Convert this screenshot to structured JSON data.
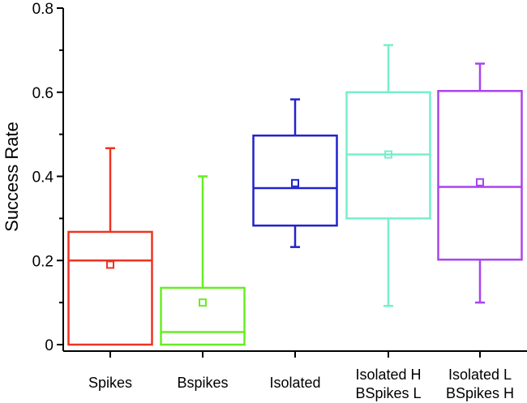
{
  "chart_data": {
    "type": "box",
    "title": "",
    "xlabel": "",
    "ylabel": "Success Rate",
    "ylim": [
      0,
      0.8
    ],
    "yticks": [
      "0",
      "0.2",
      "0.4",
      "0.6",
      "0.8"
    ],
    "grid": false,
    "categories": [
      {
        "lines": [
          "Spikes"
        ]
      },
      {
        "lines": [
          "Bspikes"
        ]
      },
      {
        "lines": [
          "Isolated"
        ]
      },
      {
        "lines": [
          "Isolated H",
          "BSpikes L"
        ]
      },
      {
        "lines": [
          "Isolated L",
          "BSpikes H"
        ]
      }
    ],
    "boxes": [
      {
        "q1": 0.0,
        "median": 0.2,
        "q3": 0.268,
        "whisker_low": 0.0,
        "whisker_high": 0.467,
        "mean": 0.19,
        "color": "#ee3322"
      },
      {
        "q1": 0.0,
        "median": 0.03,
        "q3": 0.135,
        "whisker_low": 0.0,
        "whisker_high": 0.4,
        "mean": 0.1,
        "color": "#66ee22"
      },
      {
        "q1": 0.283,
        "median": 0.372,
        "q3": 0.497,
        "whisker_low": 0.232,
        "whisker_high": 0.583,
        "mean": 0.384,
        "color": "#2222cc"
      },
      {
        "q1": 0.3,
        "median": 0.452,
        "q3": 0.6,
        "whisker_low": 0.092,
        "whisker_high": 0.712,
        "mean": 0.452,
        "color": "#77eecc"
      },
      {
        "q1": 0.202,
        "median": 0.375,
        "q3": 0.603,
        "whisker_low": 0.1,
        "whisker_high": 0.668,
        "mean": 0.386,
        "color": "#aa44ee"
      }
    ]
  }
}
